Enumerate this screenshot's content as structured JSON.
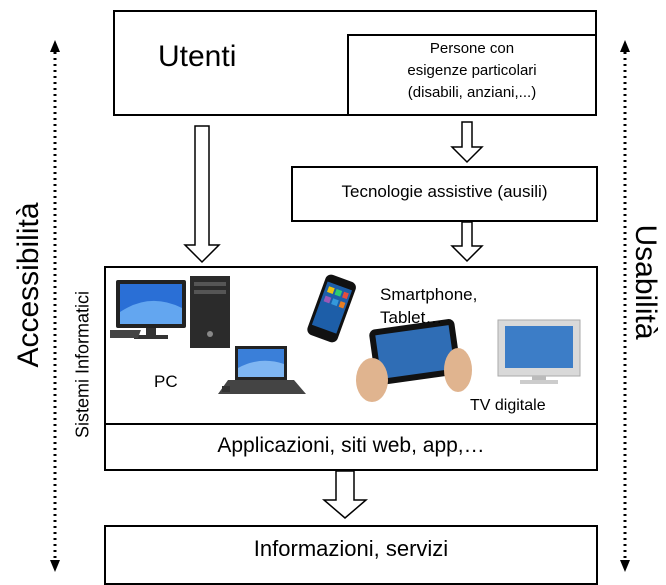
{
  "users": {
    "title": "Utenti",
    "special_needs_lines": [
      "Persone con",
      "esigenze particolari",
      "(disabili, anziani,...)"
    ]
  },
  "assistive_tech": "Tecnologie assistive (ausili)",
  "systems_box": {
    "side_label": "Sistemi Informatici",
    "pc_label": "PC",
    "mobile_label_lines": [
      "Smartphone,",
      "Tablet…"
    ],
    "tv_label": "TV digitale",
    "applications": "Applicazioni, siti web, app,…"
  },
  "outputs": "Informazioni, servizi",
  "axes": {
    "left": "Accessibilità",
    "right": "Usabilità"
  }
}
